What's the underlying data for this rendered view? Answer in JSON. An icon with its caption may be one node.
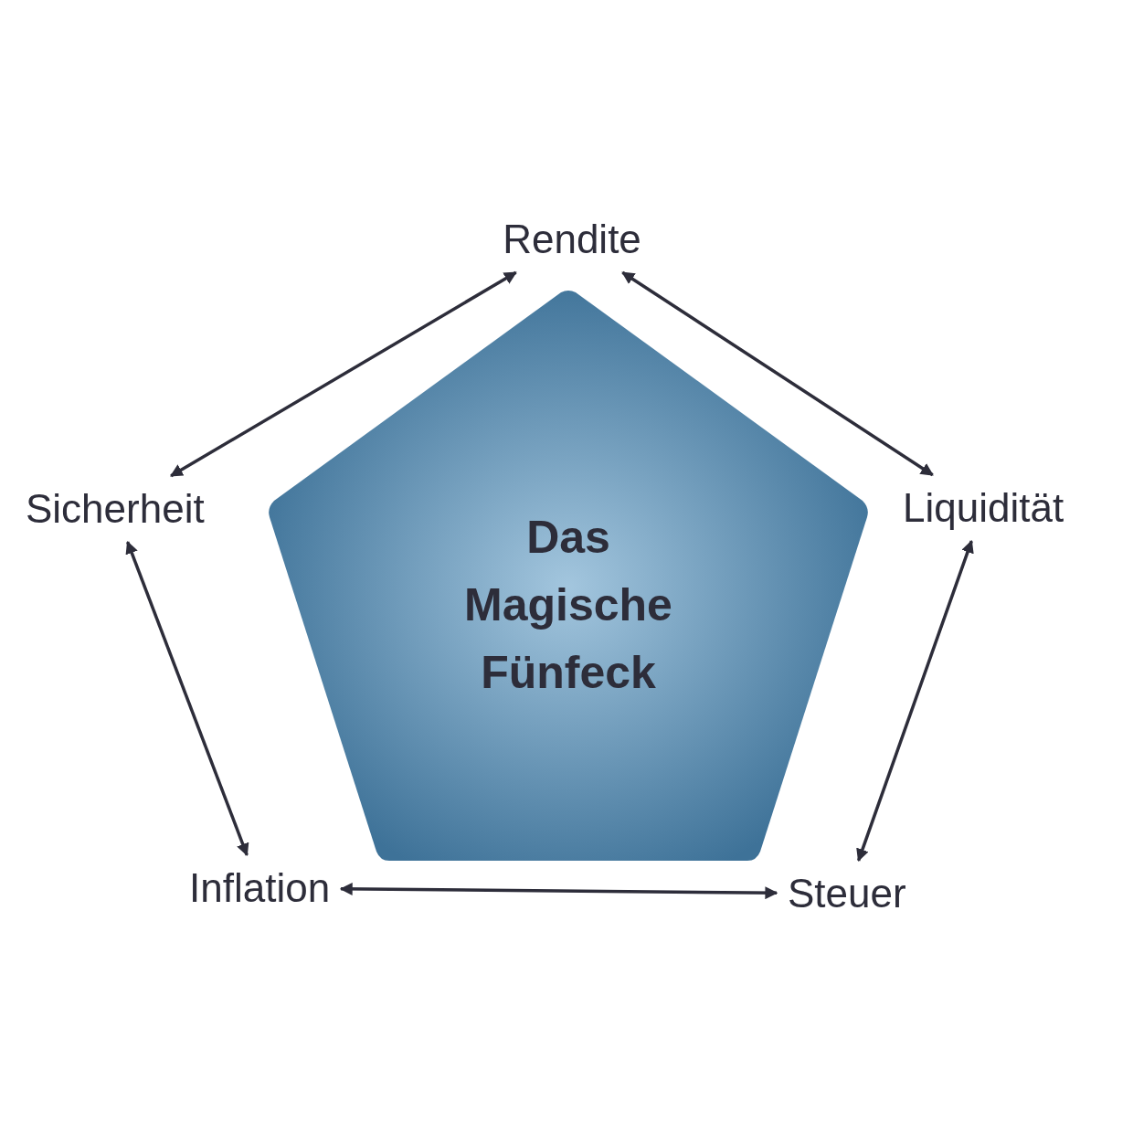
{
  "diagram": {
    "nodes": [
      {
        "text": [
          "Das Magische Fünfeck"
        ]
      },
      {
        "text": [
          "Rendite"
        ]
      },
      {
        "text": [
          "Liquidität"
        ]
      },
      {
        "text": [
          "Steuer"
        ]
      },
      {
        "text": [
          "Inflation"
        ]
      },
      {
        "text": [
          "Sicherheit"
        ]
      }
    ],
    "edges": [
      {
        "from": 1,
        "to": 2,
        "arrow": "both"
      },
      {
        "from": 2,
        "to": 3,
        "arrow": "both"
      },
      {
        "from": 3,
        "to": 4,
        "arrow": "both"
      },
      {
        "from": 4,
        "to": 5,
        "arrow": "both"
      },
      {
        "from": 5,
        "to": 1,
        "arrow": "both"
      }
    ]
  }
}
